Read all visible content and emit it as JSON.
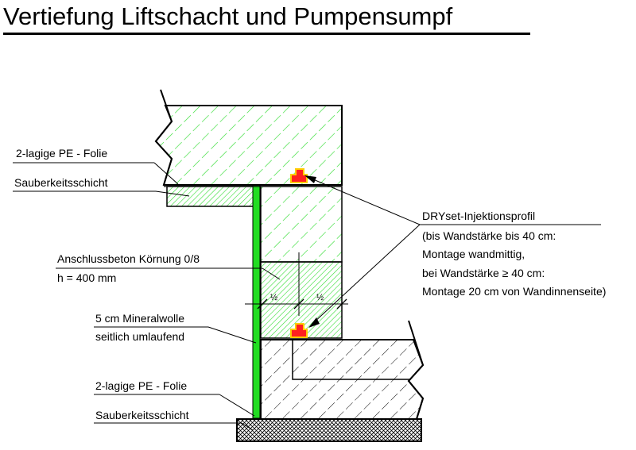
{
  "title": "Vertiefung Liftschacht und Pumpensumpf",
  "labels": {
    "pe_folie_top": "2-lagige PE - Folie",
    "sauberkeit_top": "Sauberkeitsschicht",
    "anschluss_line1": "Anschlussbeton Körnung 0/8",
    "anschluss_line2": "h = 400 mm",
    "mineralwolle_line1": "5 cm Mineralwolle",
    "mineralwolle_line2": "seitlich umlaufend",
    "pe_folie_bottom": "2-lagige PE - Folie",
    "sauberkeit_bottom": "Sauberkeitsschicht",
    "dryset_line1": "DRYset-Injektionsprofil",
    "dryset_line2": "(bis Wandstärke bis 40 cm:",
    "dryset_line3": "Montage wandmittig,",
    "dryset_line4": "bei Wandstärke ≥ 40 cm:",
    "dryset_line5": "Montage 20 cm von Wandinnenseite)",
    "half_left": "½",
    "half_right": "½"
  },
  "colors": {
    "concrete_hatch": "#33dd33",
    "mineral_wool": "#22dd22",
    "profile_fill": "#ff2020",
    "profile_outline": "#ffcc00",
    "line": "#000000"
  }
}
